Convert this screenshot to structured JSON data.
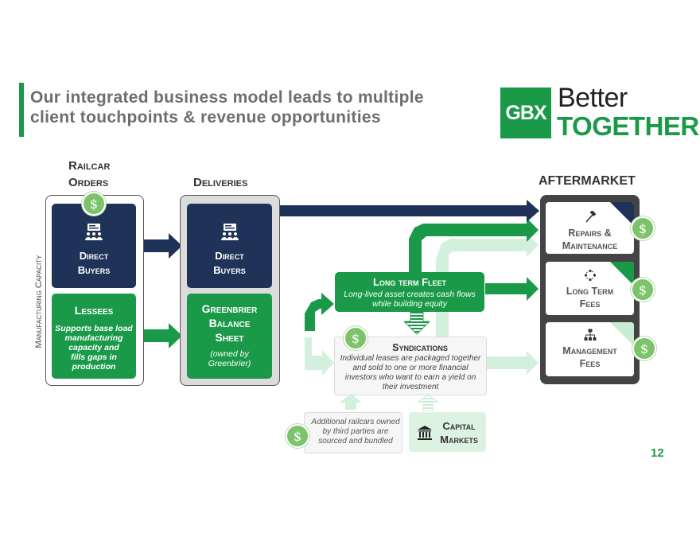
{
  "title": {
    "line1": "Our integrated business model leads to multiple",
    "line2": "client touchpoints & revenue opportunities"
  },
  "logo": {
    "mark": "GBX",
    "better": "Better",
    "together": "TOGETHER"
  },
  "columns": {
    "railcar_orders": {
      "line1": "Railcar",
      "line2": "Orders"
    },
    "deliveries": "Deliveries",
    "aftermarket": "AFTERMARKET"
  },
  "side_label": "Manufacturing Capacity",
  "orders": {
    "direct_buyers": {
      "line1": "Direct",
      "line2": "Buyers"
    },
    "lessees": {
      "title": "Lessees",
      "desc": [
        "Supports base load",
        "manufacturing",
        "capacity and",
        "fills gaps in",
        "production"
      ]
    }
  },
  "deliveries_boxes": {
    "direct_buyers": {
      "line1": "Direct",
      "line2": "Buyers"
    },
    "balance_sheet": {
      "lines": [
        "Greenbrier",
        "Balance",
        "Sheet"
      ],
      "note": [
        "(owned by",
        "Greenbrier)"
      ]
    }
  },
  "long_term_fleet": {
    "title": "Long term Fleet",
    "desc": [
      "Long-lived asset creates cash flows",
      "while building equity"
    ]
  },
  "syndications": {
    "title": "Syndications",
    "desc": [
      "Individual leases are packaged together",
      "and sold to one or more financial",
      "investors who want to earn a yield on",
      "their investment"
    ]
  },
  "additional_railcars": [
    "Additional railcars owned",
    "by third parties are",
    "sourced and bundled"
  ],
  "capital_markets": {
    "line1": "Capital",
    "line2": "Markets"
  },
  "aftermarket": {
    "repairs": {
      "line1": "Repairs &",
      "line2": "Maintenance"
    },
    "long_term_fees": {
      "line1": "Long Term",
      "line2": "Fees"
    },
    "management_fees": {
      "line1": "Management",
      "line2": "Fees"
    }
  },
  "dollar_symbol": "$",
  "page_number": "12",
  "colors": {
    "green": "#1a9a48",
    "navy": "#1f3358",
    "light_green": "#c9ecd3",
    "gray_panel": "#444444"
  },
  "icons": [
    "presentation-people-icon",
    "hammer-icon",
    "cycle-icon",
    "org-chart-icon",
    "bank-icon",
    "dollar-icon"
  ]
}
